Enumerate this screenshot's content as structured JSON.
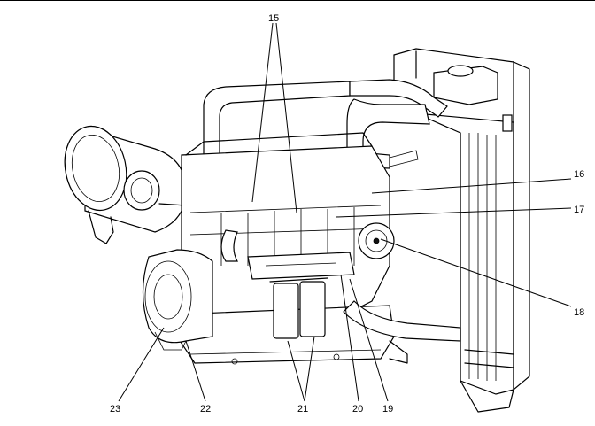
{
  "callouts": {
    "c15": "15",
    "c16": "16",
    "c17": "17",
    "c18": "18",
    "c19": "19",
    "c20": "20",
    "c21": "21",
    "c22": "22",
    "c23": "23"
  }
}
